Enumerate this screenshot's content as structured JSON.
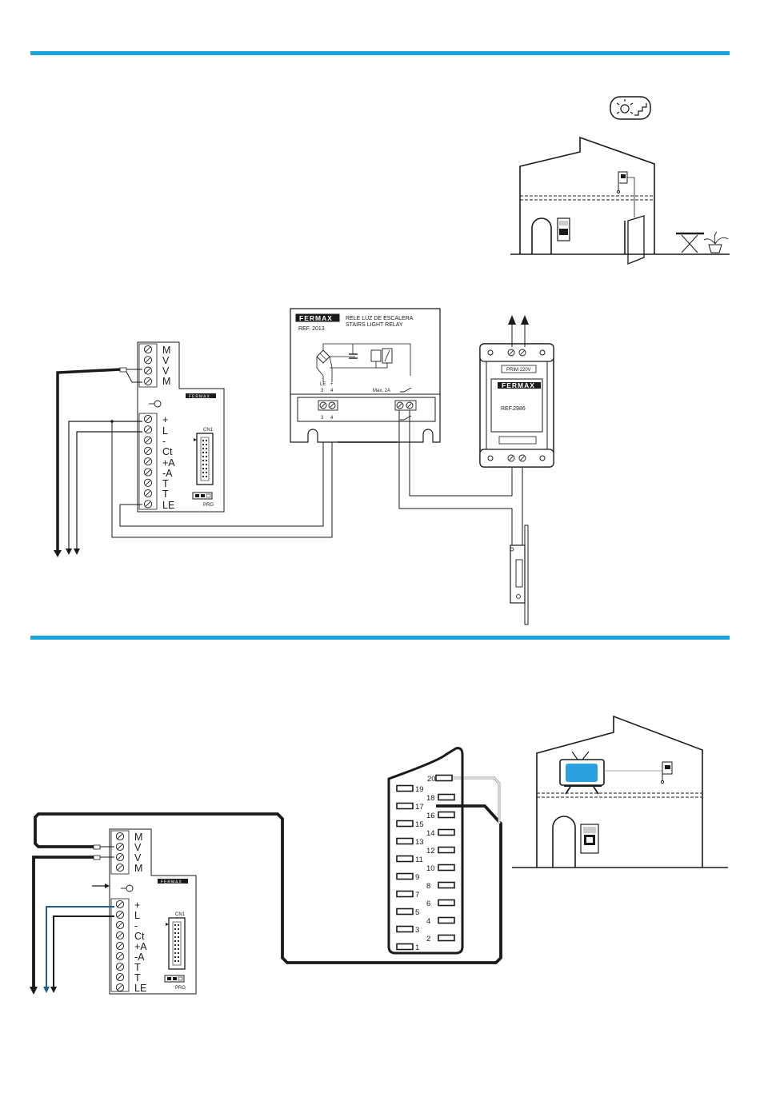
{
  "colors": {
    "rule": "#1ba3dc",
    "ink": "#1a1a1a",
    "blue_wire": "#1f5f8f",
    "tv_screen": "#2aa0e0"
  },
  "decoder": {
    "top_terminals": [
      "M",
      "V",
      "V",
      "M"
    ],
    "bottom_terminals": [
      "+",
      "L",
      "-",
      "Ct",
      "+A",
      "-A",
      "T",
      "T",
      "LE"
    ],
    "cn1_label": "CN1",
    "prg_label": "PRG",
    "brand": "FERMAX"
  },
  "relay": {
    "brand": "FERMAX",
    "title_es": "RELE LUZ DE ESCALERA",
    "title_en": "STAIRS LIGHT RELAY",
    "ref": "REF. 2013",
    "label_le": "LE",
    "label_plus": "+",
    "pin_3": "3",
    "pin_4": "4",
    "max_current": "Max. 2A"
  },
  "transformer": {
    "prim": "PRIM 220V",
    "brand": "FERMAX",
    "ref": "REF.2986"
  },
  "scart": {
    "pins_left": [
      "20",
      "19",
      "17",
      "15",
      "13",
      "11",
      "9",
      "7",
      "5",
      "3",
      "1"
    ],
    "pins_right": [
      "18",
      "16",
      "14",
      "12",
      "10",
      "8",
      "6",
      "4",
      "2"
    ]
  },
  "icons": [
    "stairs-light-icon",
    "house-icon",
    "monitor-icon",
    "tv-icon",
    "door-lock-icon"
  ]
}
